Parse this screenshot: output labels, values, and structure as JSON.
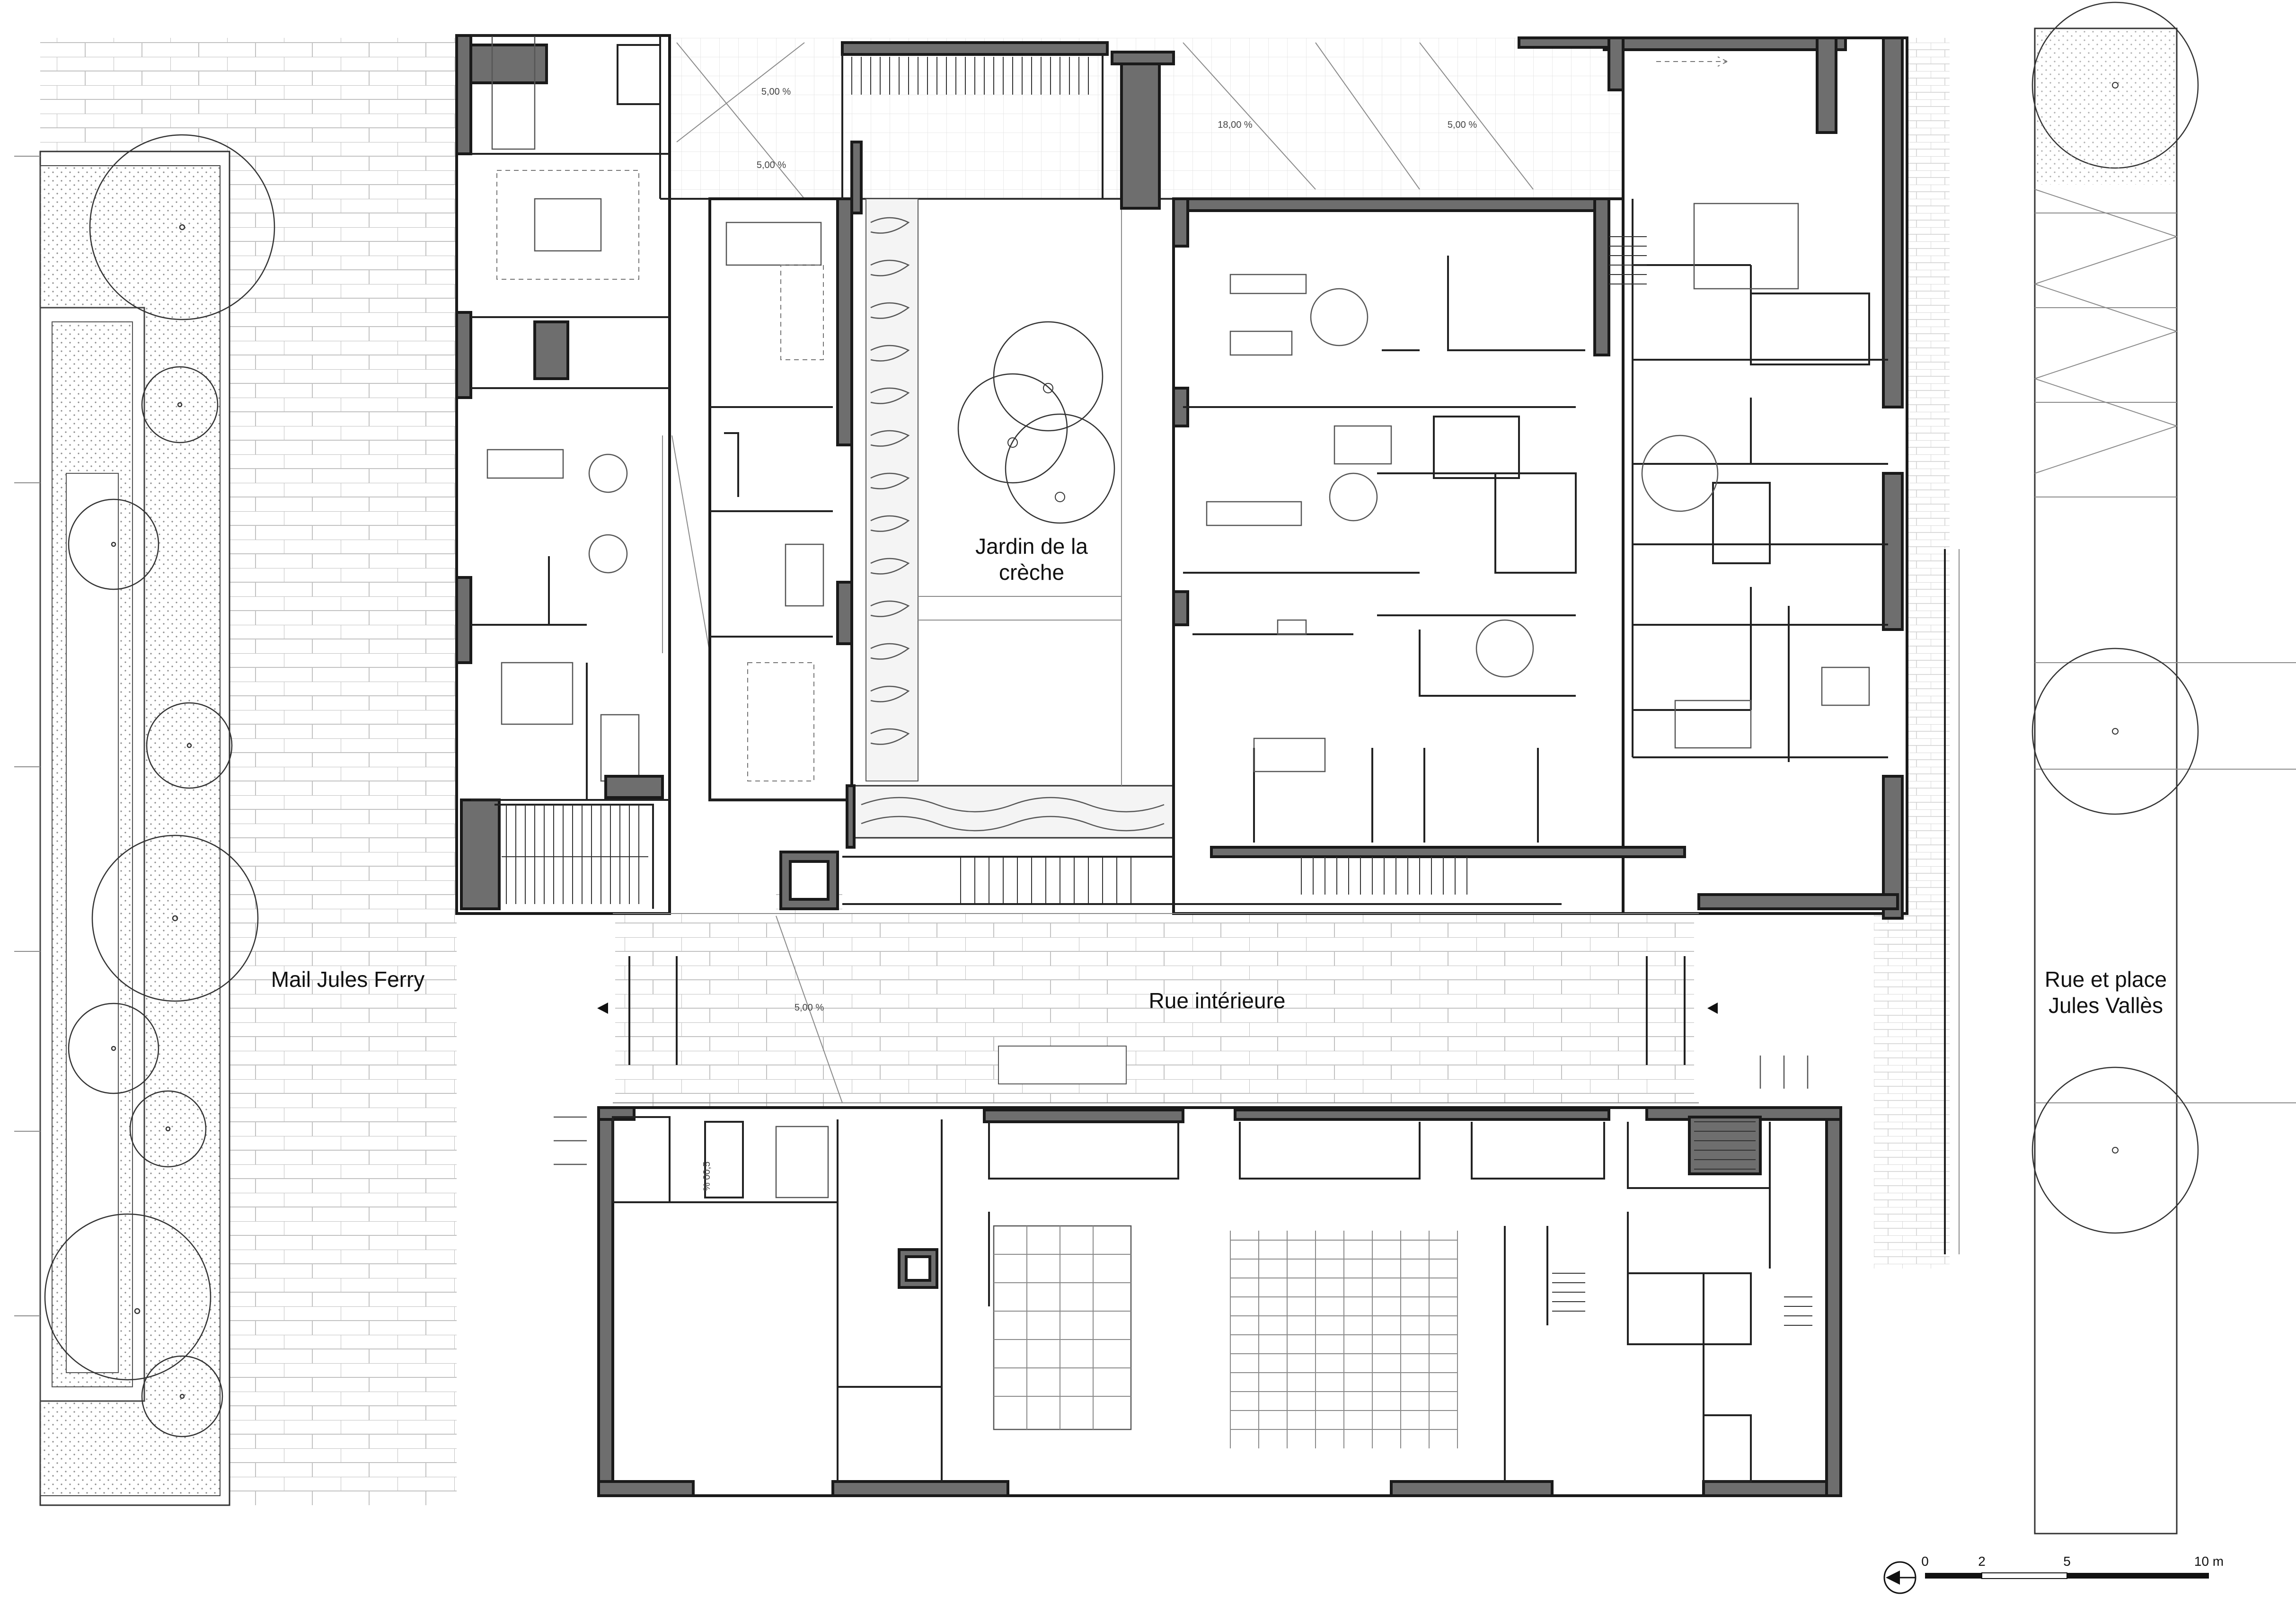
{
  "labels": {
    "garden_line1": "Jardin de la",
    "garden_line2": "crèche",
    "mail": "Mail Jules Ferry",
    "rue_interieure": "Rue intérieure",
    "rue_place_line1": "Rue et place",
    "rue_place_line2": "Jules Vallès"
  },
  "slopes": {
    "s1": "18,00 %",
    "s2": "5,00 %",
    "s3": "5,00 %",
    "s4": "% 00,5",
    "s5": "5,00 %",
    "s6": "5,00 %"
  },
  "scale_bar": {
    "ticks": [
      "0",
      "2",
      "5",
      "10 m"
    ],
    "north_icon": "north-arrow-icon"
  },
  "colors": {
    "line": "#1a1a1a",
    "wall_fill": "#6e6e6e",
    "paving": "#bdbdbd"
  }
}
